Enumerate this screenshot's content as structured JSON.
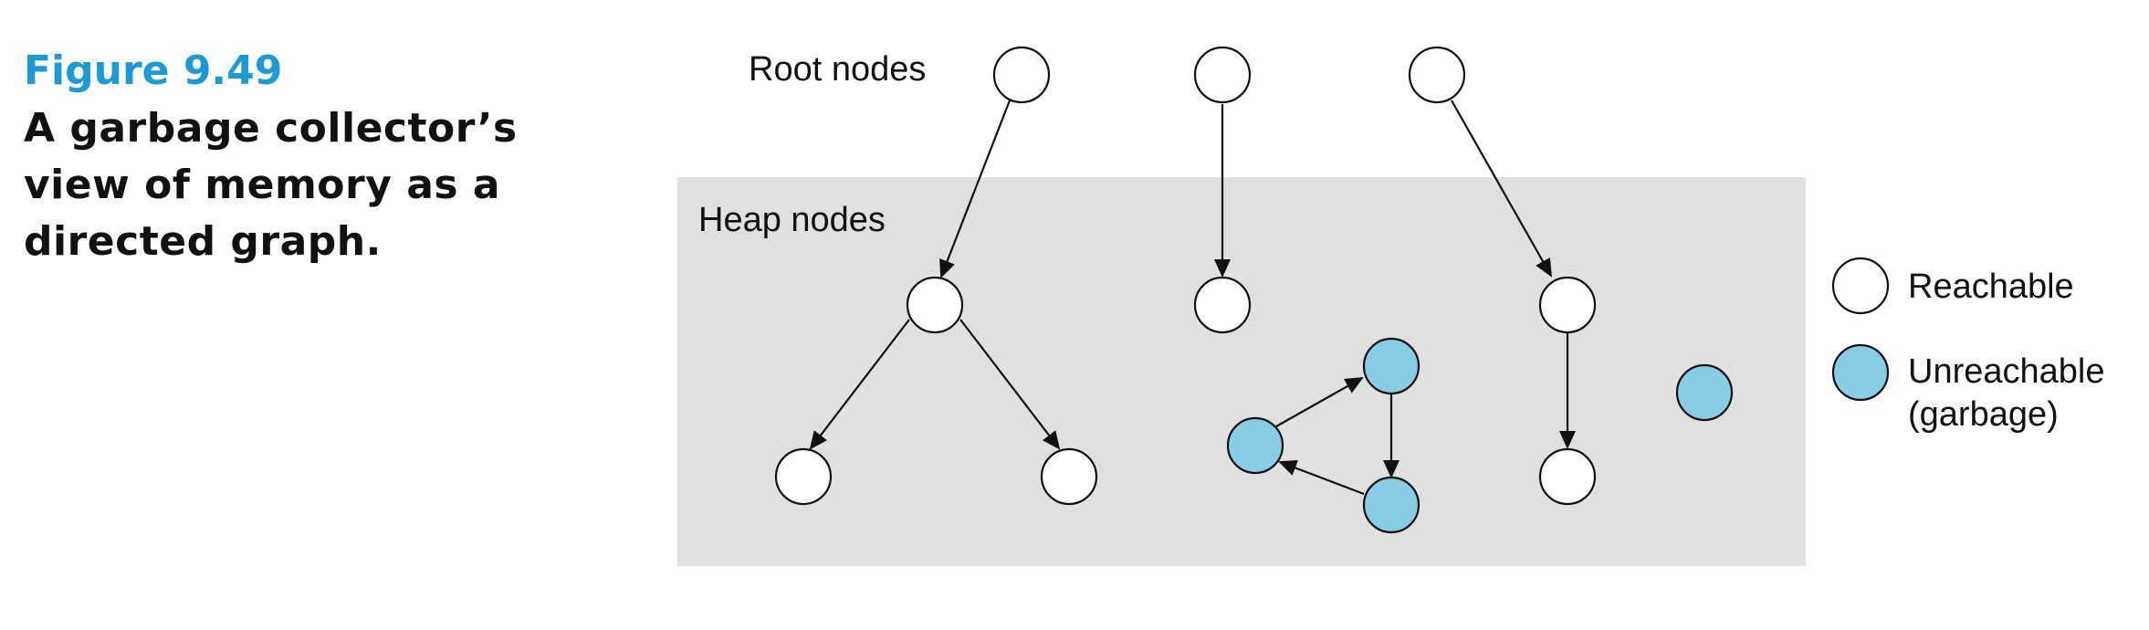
{
  "figure": {
    "label": "Figure 9.49",
    "title_lines": [
      "A garbage collector’s",
      "view of memory as a",
      "directed graph."
    ]
  },
  "diagram": {
    "root_label": "Root nodes",
    "heap_label": "Heap nodes"
  },
  "legend": {
    "reachable": "Reachable",
    "unreachable_line1": "Unreachable",
    "unreachable_line2": "(garbage)"
  },
  "colors": {
    "garbage_fill": "#89cce6",
    "heap_background": "#e0e0e0",
    "caption_accent": "#1c9ad6"
  }
}
